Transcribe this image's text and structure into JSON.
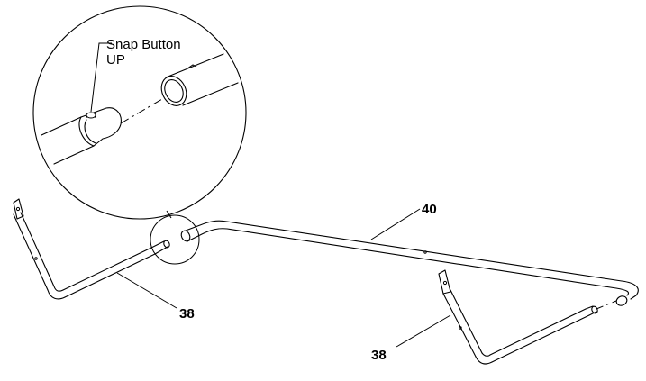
{
  "detail": {
    "callout_line1": "Snap Button",
    "callout_line2": "UP"
  },
  "part_labels": {
    "crossbar": "40",
    "left_leg": "38",
    "right_leg": "38"
  }
}
